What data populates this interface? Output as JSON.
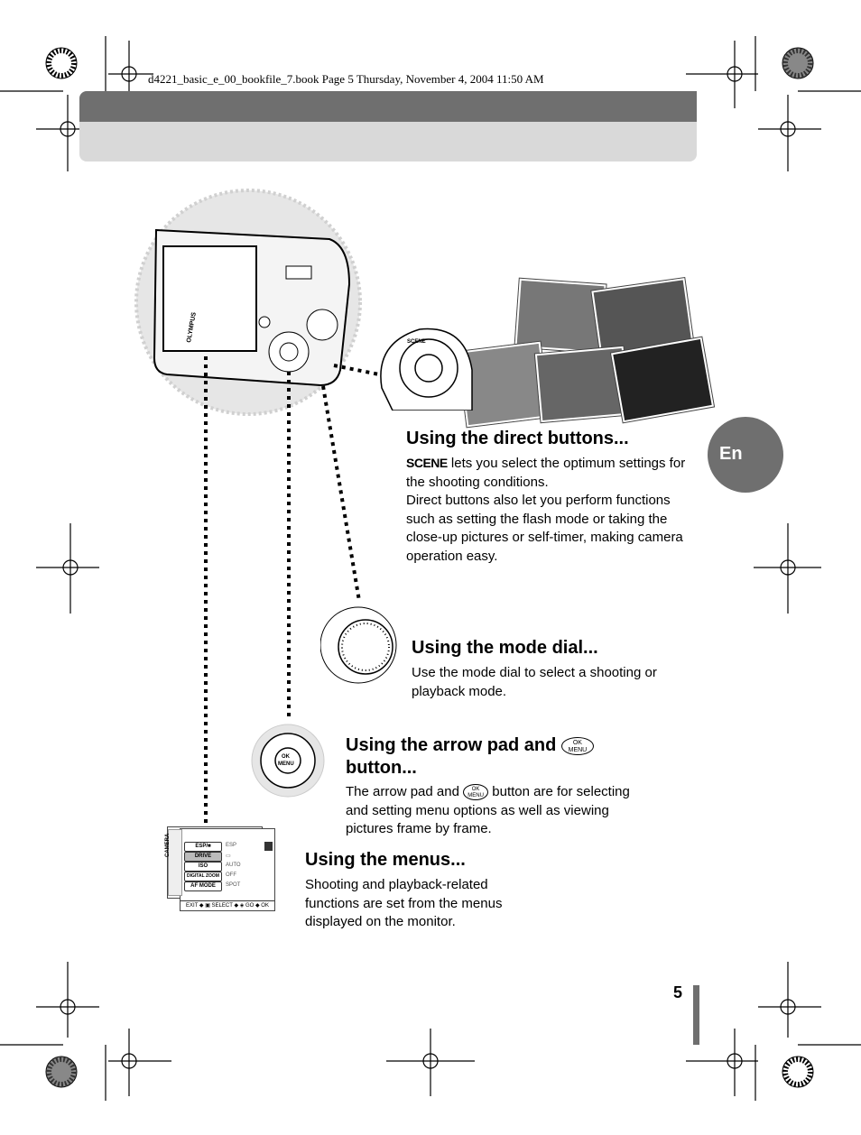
{
  "header": {
    "meta_line": "d4221_basic_e_00_bookfile_7.book  Page 5  Thursday, November 4, 2004  11:50 AM"
  },
  "camera": {
    "brand": "OLYMPUS",
    "scene_label": "SCENE",
    "ok_label": "OK",
    "menu_label": "MENU"
  },
  "sections": {
    "direct": {
      "title": "Using the direct buttons...",
      "scene_word": "SCENE",
      "line1_rest": " lets you select the optimum settings for the shooting conditions.",
      "line2": "Direct buttons also let you perform functions such as setting the flash mode or taking the close-up pictures or self-timer, making camera operation easy."
    },
    "mode_dial": {
      "title": "Using the mode dial...",
      "body": "Use the mode dial to select a shooting or playback mode."
    },
    "arrow_pad": {
      "title_part1": "Using the arrow pad and",
      "title_part2": "button...",
      "body_part1": "The arrow pad and",
      "body_part2": "button are for selecting and setting menu options as well as viewing pictures frame by frame."
    },
    "menus": {
      "title": "Using the menus...",
      "body": "Shooting and playback-related functions are set from the menus displayed on the monitor."
    }
  },
  "menu_screen": {
    "side_label": "CAMERA",
    "items": [
      {
        "label": "ESP/■",
        "value": "ESP"
      },
      {
        "label": "DRIVE",
        "value": "▭"
      },
      {
        "label": "ISO",
        "value": "AUTO"
      },
      {
        "label": "DIGITAL ZOOM",
        "value": "OFF"
      },
      {
        "label": "AF MODE",
        "value": "SPOT"
      }
    ],
    "footer": "EXIT ◆ ▣   SELECT ◆ ◈   GO ◆ OK"
  },
  "language_tab": "En",
  "page_number": "5",
  "colors": {
    "band_dark": "#6f6f6f",
    "band_light": "#d9d9d9",
    "tab_gray": "#6f6f6f"
  }
}
